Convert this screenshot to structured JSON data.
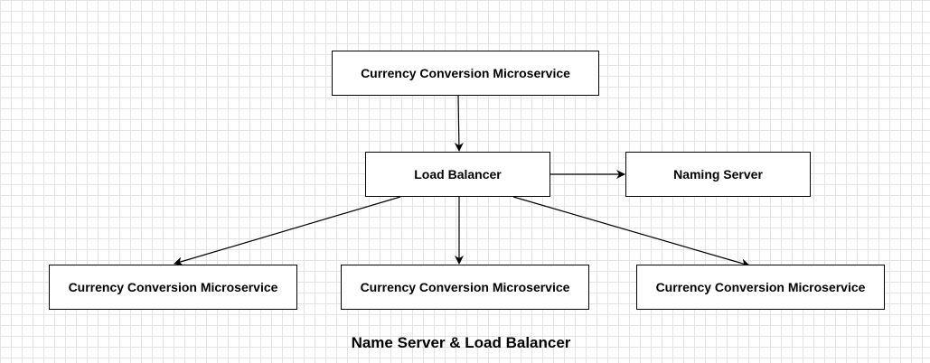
{
  "diagram": {
    "nodes": {
      "top_service": {
        "label": "Currency Conversion Microservice"
      },
      "load_balancer": {
        "label": "Load Balancer"
      },
      "naming_server": {
        "label": "Naming Server"
      },
      "left_service": {
        "label": "Currency Conversion Microservice"
      },
      "center_service": {
        "label": "Currency Conversion Microservice"
      },
      "right_service": {
        "label": "Currency Conversion Microservice"
      }
    },
    "edges": [
      {
        "from": "top_service",
        "to": "load_balancer"
      },
      {
        "from": "load_balancer",
        "to": "naming_server"
      },
      {
        "from": "load_balancer",
        "to": "left_service"
      },
      {
        "from": "load_balancer",
        "to": "center_service"
      },
      {
        "from": "load_balancer",
        "to": "right_service"
      }
    ],
    "caption": "Name Server & Load Balancer",
    "colors": {
      "stroke": "#000000",
      "node_fill": "#ffffff",
      "grid": "#e3e3e3"
    }
  }
}
